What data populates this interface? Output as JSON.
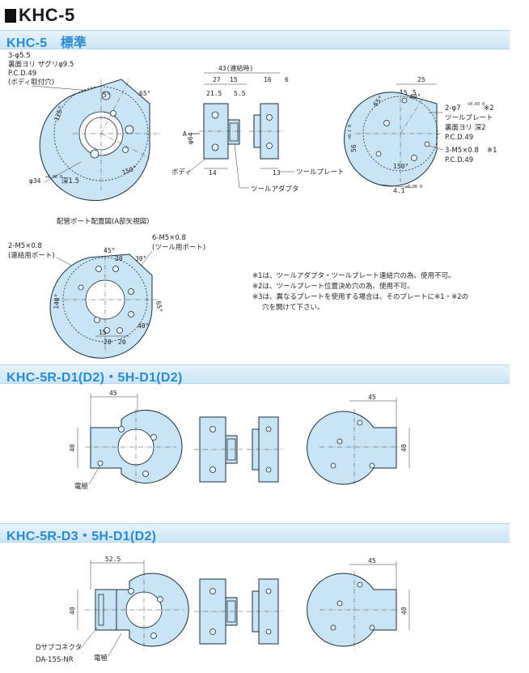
{
  "title": "KHC-5",
  "sections": [
    {
      "label": "KHC-5　標準"
    },
    {
      "label": "KHC-5R-D1(D2)・5H-D1(D2)"
    },
    {
      "label": "KHC-5R-D3・5H-D1(D2)"
    }
  ],
  "std": {
    "front": {
      "hole_callout": [
        "3-φ5.5",
        "裏面ヨリ ザグリφ9.5",
        "P.C.D.49",
        "(ボディ取付穴)"
      ],
      "angles": [
        "5°",
        "65°",
        "125°",
        "150°"
      ],
      "bore": "φ34",
      "bore_tol": "+0.06 0",
      "bore_depth": "深1.5"
    },
    "side": {
      "dims_top": [
        "43(連結時)",
        "27",
        "15",
        "21.5",
        "5.5",
        "16",
        "6"
      ],
      "phi64": "φ64",
      "arrow_a": "A",
      "dim_14": "14",
      "dim_13": "13",
      "body": "ボディ",
      "tool_plate": "ツールプレート",
      "tool_adapter": "ツールアダプタ"
    },
    "rear": {
      "dims": [
        "25",
        "15",
        "5",
        "40°",
        "65°",
        "150°",
        "56",
        "+0.1 0",
        "4.1",
        "+0.06 0"
      ],
      "callout1": [
        "2-φ7",
        "+0.03 0",
        "※2"
      ],
      "callout1b": [
        "ツールプレート",
        "裏面ヨリ 深2",
        "P.C.D.49"
      ],
      "callout2": [
        "3-M5×0.8",
        "※1"
      ],
      "callout2b": "P.C.D.49"
    },
    "port": {
      "heading": "配管ポート配置図(A部矢視図)",
      "left_callout": [
        "2-M5×0.8",
        "(連結用ポート)"
      ],
      "right_callout": [
        "6-M5×0.8",
        "(ツール用ポート)"
      ],
      "dims": [
        "45°",
        "20",
        "30°",
        "65°",
        "140°",
        "40°",
        "15",
        "20",
        "20"
      ]
    },
    "notes": [
      "※1は、ツールアダプタ・ツールプレート連結穴の為、使用不可。",
      "※2は、ツールプレート位置決め穴の為、使用不可。",
      "※3は、異なるプレートを使用する場合は、そのプレートに※1・※2の",
      "穴を開けて下さい。"
    ]
  },
  "d1": {
    "dim_left_w": "45",
    "dim_left_h": "40",
    "dim_right_w": "45",
    "dim_right_h": "40",
    "electrode": "電極"
  },
  "d3": {
    "dim_left_w": "52.5",
    "dim_left_h": "40",
    "dim_right_w": "45",
    "dim_right_h": "40",
    "connector": "Dサブコネクタ",
    "connector_model": "DA-15S-NR",
    "electrode": "電極"
  }
}
